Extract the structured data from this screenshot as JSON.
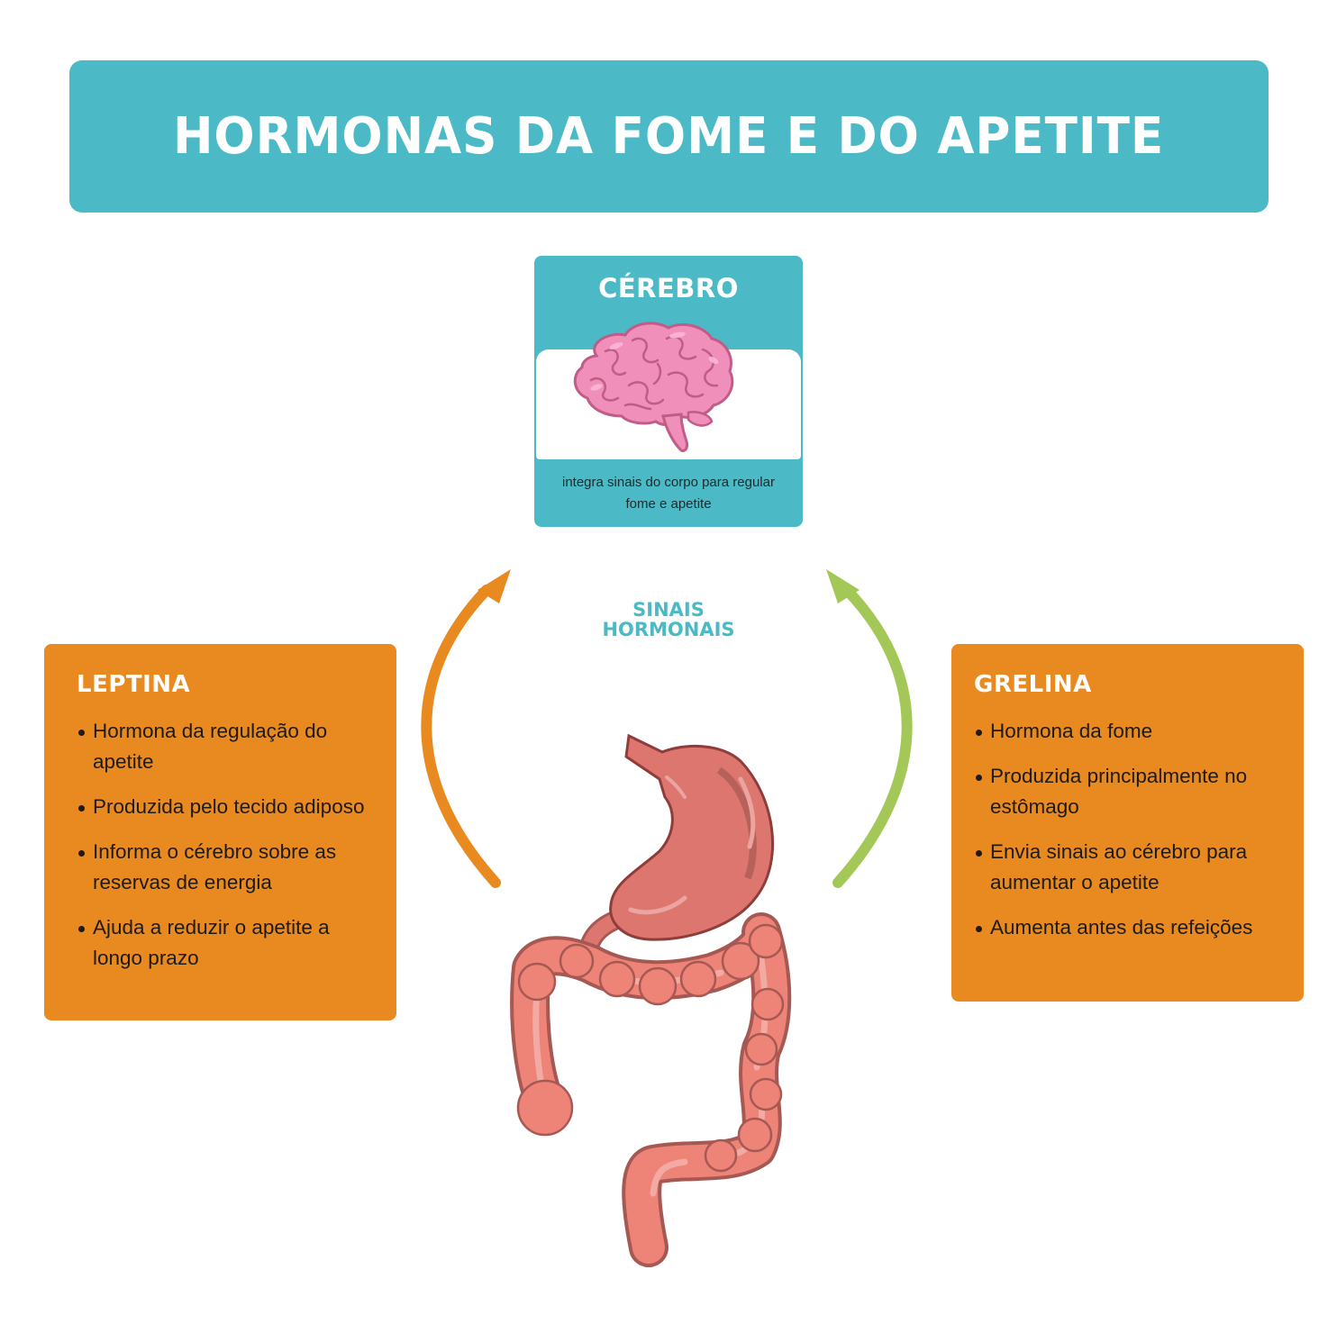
{
  "title": "HORMONAS DA FOME E DO APETITE",
  "brain": {
    "title": "CÉREBRO",
    "icon": "brain-illustration",
    "description": "integra sinais do corpo para regular fome e apetite"
  },
  "signals_label": "SINAIS HORMONAIS",
  "leptin": {
    "title": "LEPTINA",
    "arrow_color": "#e98a20",
    "bullets": [
      "Hormona da regulação do apetite",
      "Produzida pelo tecido adiposo",
      "Informa o cérebro sobre as reservas de energia",
      "Ajuda a reduzir o apetite a longo prazo"
    ]
  },
  "ghrelin": {
    "title": "GRELINA",
    "arrow_color": "#a4c857",
    "bullets": [
      "Hormona da fome",
      "Produzida principalmente no estômago",
      "Envia sinais ao cérebro para aumentar o apetite",
      "Aumenta antes das refeições"
    ]
  },
  "digestive_system": {
    "icon": "stomach-and-intestines-illustration"
  },
  "colors": {
    "teal": "#4bbac6",
    "orange": "#e98a20",
    "green": "#a4c857",
    "brain_pink": "#f08fba",
    "organ_red": "#de7670"
  }
}
